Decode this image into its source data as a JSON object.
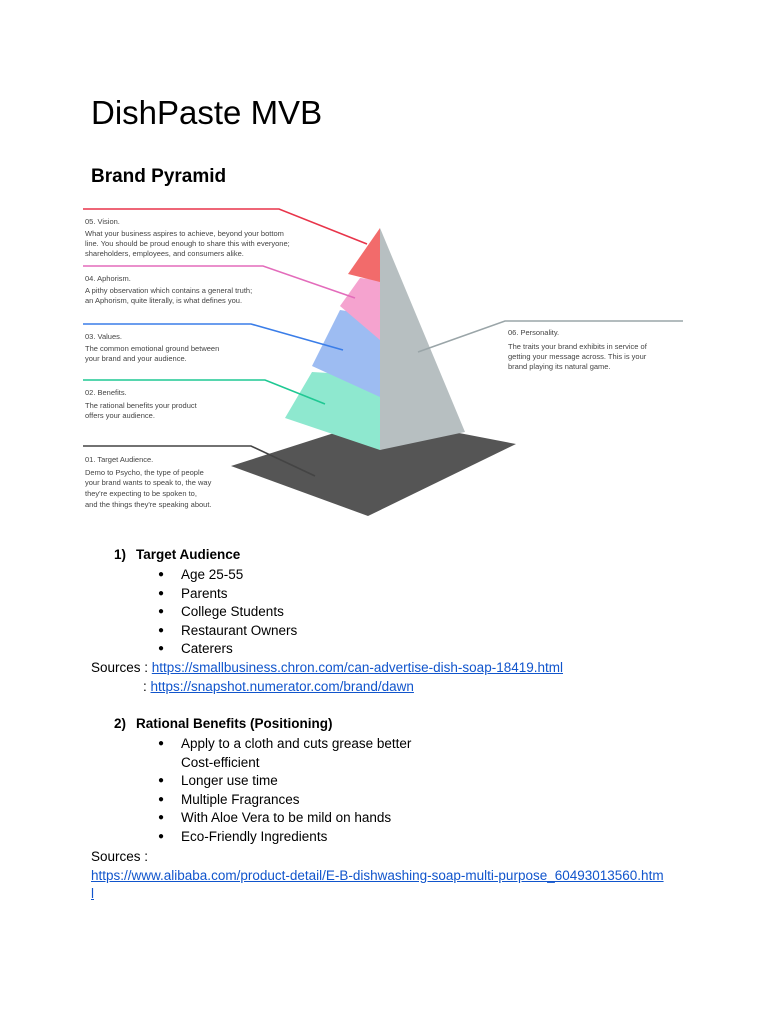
{
  "document": {
    "title": "DishPaste MVB",
    "subtitle": "Brand Pyramid"
  },
  "pyramid": {
    "colors": {
      "vision": "#f26b6b",
      "aphorism": "#f5a3cf",
      "values": "#9dbcf2",
      "benefits": "#8ee8cf",
      "base": "#555555",
      "side": "#b7bfc1"
    },
    "levels": [
      {
        "heading": "05. Vision.",
        "lines": [
          "What your business aspires to achieve, beyond your bottom",
          "line. You should be proud enough to share this with everyone;",
          "shareholders, employees, and consumers alike."
        ]
      },
      {
        "heading": "04. Aphorism.",
        "lines": [
          "A pithy observation which contains a general truth;",
          "an Aphorism, quite literally, is what defines you."
        ]
      },
      {
        "heading": "03. Values.",
        "lines": [
          "The common emotional ground between",
          "your brand and your audience."
        ]
      },
      {
        "heading": "02. Benefits.",
        "lines": [
          "The rational benefits your product",
          "offers your audience."
        ]
      },
      {
        "heading": "01. Target Audience.",
        "lines": [
          "Demo to Psycho, the type of people",
          "your brand wants to speak to, the way",
          "they're expecting to be spoken to,",
          "and the things they're speaking about."
        ]
      }
    ],
    "personality": {
      "heading": "06. Personality.",
      "lines": [
        "The traits your brand exhibits in service of",
        "getting your message across. This is your",
        "brand playing its natural game."
      ]
    }
  },
  "sections": [
    {
      "number": "1)",
      "heading": "Target Audience",
      "bullet_char": "●",
      "bullets": [
        "Age 25-55",
        "Parents",
        "College Students",
        "Restaurant Owners",
        "Caterers"
      ],
      "sources_label": "Sources :",
      "sources": [
        {
          "prefix": "",
          "url": "https://smallbusiness.chron.com/can-advertise-dish-soap-18419.html"
        },
        {
          "prefix": ":",
          "url": "https://snapshot.numerator.com/brand/dawn"
        }
      ]
    },
    {
      "number": "2)",
      "heading": "Rational Benefits (Positioning)",
      "bullet_char": "●",
      "bullets": [
        "Apply to a cloth and cuts grease better",
        "Cost-efficient",
        "Longer use time",
        "Multiple Fragrances",
        "With Aloe Vera to be mild on hands",
        "Eco-Friendly Ingredients"
      ],
      "sources_label": "Sources :",
      "sources": [
        {
          "url_line1": "https://www.alibaba.com/product-detail/E-B-dishwashing-soap-multi-purpose_60493013560.htm",
          "url_line2": "l"
        }
      ]
    }
  ]
}
